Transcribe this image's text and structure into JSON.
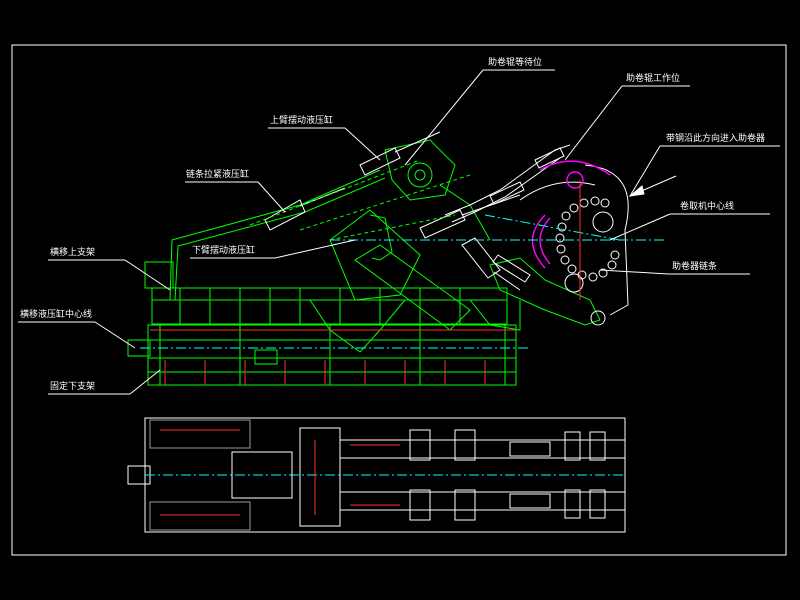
{
  "colors": {
    "background": "#000000",
    "frame": "#ffffff",
    "structure": "#00ff00",
    "cylinder": "#ffffff",
    "centerline": "#00ffff",
    "dimension": "#ff3030",
    "roller": "#ff00ff",
    "frame_grey": "#9a9a9a"
  },
  "labels": {
    "wrapper_standby": "助卷辊等待位",
    "wrapper_working": "助卷辊工作位",
    "upper_arm_cylinder": "上臂摆动液压缸",
    "strip_entry": "带钢沿此方向进入助卷器",
    "chain_tension_cylinder": "链条拉紧液压缸",
    "coiler_centerline": "卷取机中心线",
    "lower_arm_cylinder": "下臂摆动液压缸",
    "wrapper_chain": "助卷器链条",
    "traverse_upper_frame": "横移上支架",
    "traverse_cylinder_centerline": "横移液压缸中心线",
    "fixed_lower_frame": "固定下支架"
  }
}
